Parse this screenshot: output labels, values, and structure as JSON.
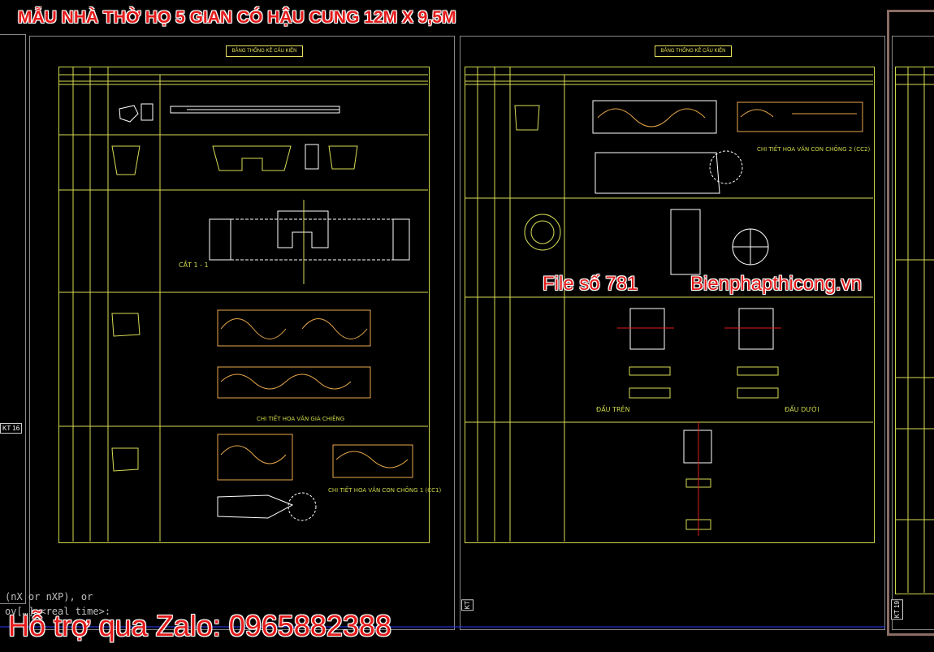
{
  "overlay": {
    "title": "MẪU NHÀ THỜ HỌ 5 GIAN CÓ HẬU CUNG 12M X 9,5M",
    "file_label": "File số 781",
    "site_label": "Bienphapthicong.vn",
    "support_label": "Hỗ trợ qua Zalo: 0965882388"
  },
  "sheets": {
    "left_label": "KT 16",
    "mid_label": "KT",
    "right_label": "KT 19",
    "table_title": "BẢNG THỐNG KÊ CẤU KIỆN"
  },
  "drawing_labels": {
    "section_1": "CẮT 1 - 1",
    "detail_gia_chieng": "CHI TIẾT HOA VĂN GIÁ CHIÊNG",
    "detail_con_chong_1": "CHI TIẾT HOA VĂN CON CHỒNG 1 (CC1)",
    "detail_con_chong_2": "CHI TIẾT HOA VĂN CON CHỒNG 2 (CC2)",
    "dau_tren": "ĐẤU TRÊN",
    "dau_duoi": "ĐẤU DƯỚI"
  },
  "command_line": {
    "line1": "(nX or nXP), or",
    "line2": "ov[…] <real time>:"
  },
  "colors": {
    "background": "#000000",
    "cad_yellow": "#d7dc55",
    "cad_white": "#ffffff",
    "cad_red": "#e41a1a",
    "frame_blue": "#2a3cff"
  }
}
